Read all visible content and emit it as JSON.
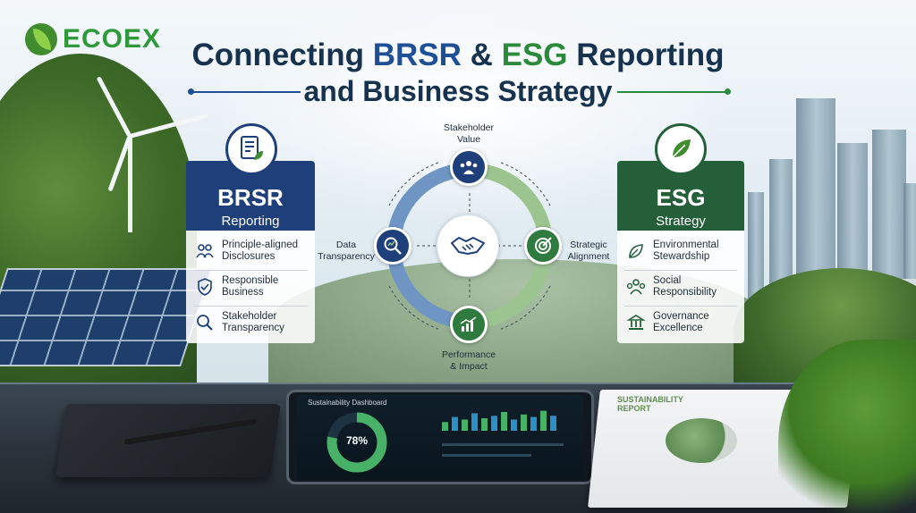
{
  "brand": {
    "name": "ECOEX"
  },
  "title": {
    "line1_part1": "Connecting ",
    "line1_brsr": "BRSR",
    "line1_amp": " & ",
    "line1_esg": "ESG",
    "line1_part2": " Reporting",
    "line2": "and Business Strategy"
  },
  "brsr_panel": {
    "title": "BRSR",
    "subtitle": "Reporting",
    "items": [
      {
        "label1": "Principle-aligned",
        "label2": "Disclosures",
        "icon": "people-icon"
      },
      {
        "label1": "Responsible",
        "label2": "Business",
        "icon": "shield-check-icon"
      },
      {
        "label1": "Stakeholder",
        "label2": "Transparency",
        "icon": "magnifier-icon"
      }
    ],
    "color": "#1f3f7a"
  },
  "esg_panel": {
    "title": "ESG",
    "subtitle": "Strategy",
    "items": [
      {
        "label1": "Environmental",
        "label2": "Stewardship",
        "icon": "leaf-icon"
      },
      {
        "label1": "Social",
        "label2": "Responsibility",
        "icon": "community-icon"
      },
      {
        "label1": "Governance",
        "label2": "Excellence",
        "icon": "institution-icon"
      }
    ],
    "color": "#245f3a"
  },
  "cycle": {
    "top": {
      "line1": "Stakeholder",
      "line2": "Value"
    },
    "left": {
      "line1": "Data",
      "line2": "Transparency"
    },
    "right": {
      "line1": "Strategic",
      "line2": "Alignment"
    },
    "bottom": {
      "line1": "Performance",
      "line2": "& Impact"
    },
    "center_icon": "handshake-icon"
  },
  "dashboard": {
    "title": "Sustainability Dashboard",
    "gauge_value": "78%",
    "gauge_fraction": 0.78,
    "bars": [
      0.35,
      0.55,
      0.45,
      0.7,
      0.5,
      0.6,
      0.75,
      0.45,
      0.65,
      0.55,
      0.8,
      0.6
    ]
  },
  "report": {
    "line1": "SUSTAINABILITY",
    "line2": "REPORT"
  }
}
